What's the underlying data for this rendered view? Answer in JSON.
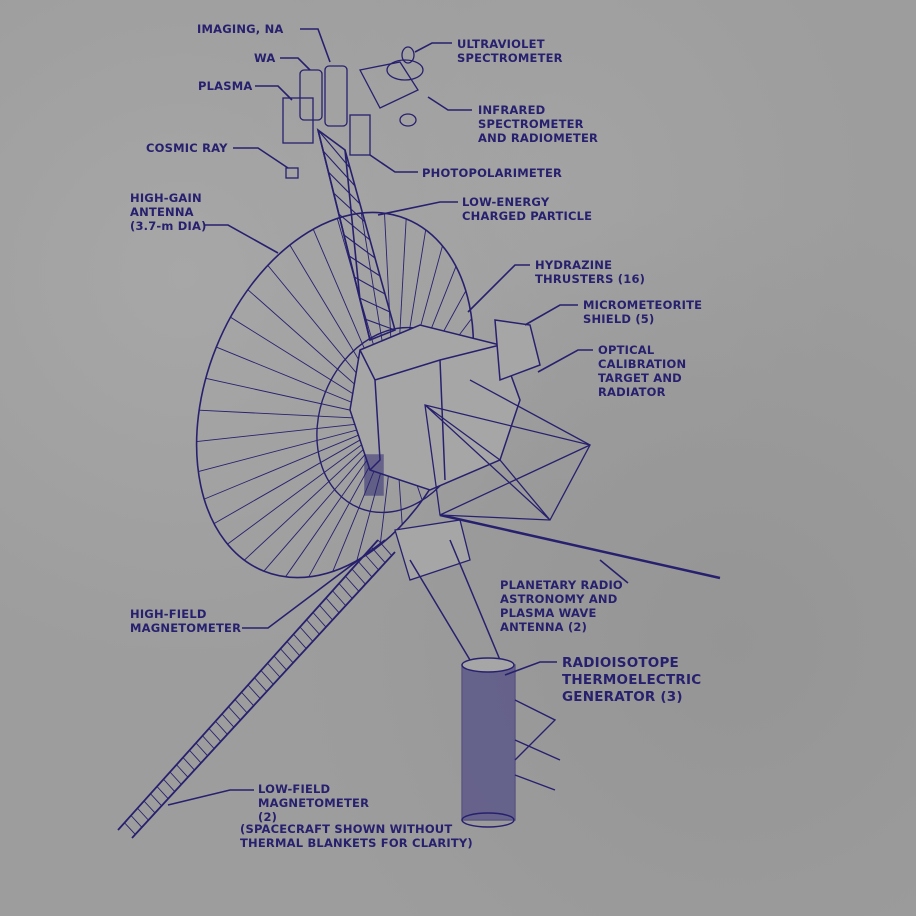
{
  "colors": {
    "ink": "#27206e",
    "background": "#9d9d9d"
  },
  "labels": {
    "imaging_na": "IMAGING, NA",
    "wa": "WA",
    "plasma": "PLASMA",
    "cosmic_ray": "COSMIC RAY",
    "high_gain_antenna": "HIGH-GAIN\nANTENNA\n(3.7-m DIA)",
    "ultraviolet": "ULTRAVIOLET\nSPECTROMETER",
    "infrared": "INFRARED\nSPECTROMETER\nAND RADIOMETER",
    "photopolarimeter": "PHOTOPOLARIMETER",
    "low_energy": "LOW-ENERGY\nCHARGED PARTICLE",
    "hydrazine": "HYDRAZINE\nTHRUSTERS (16)",
    "micrometeorite": "MICROMETEORITE\nSHIELD (5)",
    "optical": "OPTICAL\nCALIBRATION\nTARGET AND\nRADIATOR",
    "planetary_radio": "PLANETARY RADIO\nASTRONOMY AND\nPLASMA WAVE\nANTENNA (2)",
    "rtg": "RADIOISOTOPE\nTHERMOELECTRIC\nGENERATOR (3)",
    "high_field": "HIGH-FIELD\nMAGNETOMETER",
    "low_field": "LOW-FIELD\nMAGNETOMETER\n(2)",
    "note": "(SPACECRAFT SHOWN WITHOUT\nTHERMAL BLANKETS FOR CLARITY)"
  }
}
